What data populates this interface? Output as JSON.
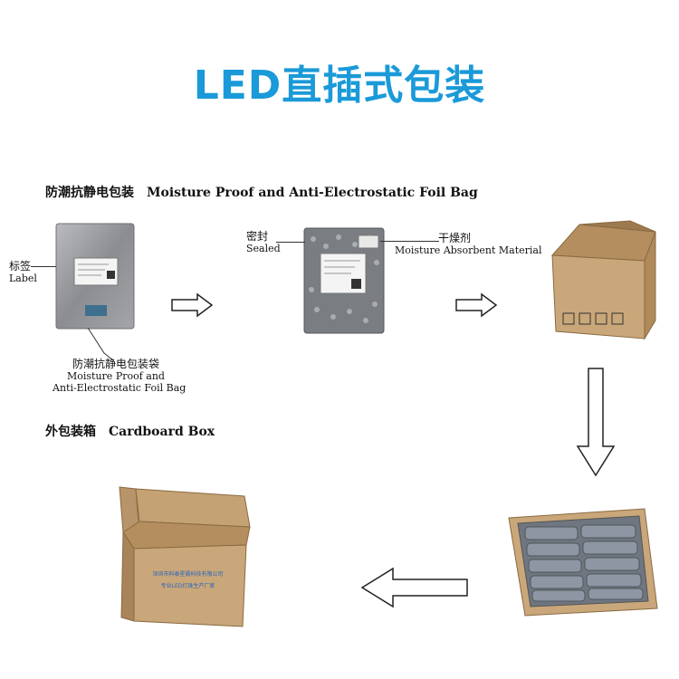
{
  "page_title": "LED直插式包装",
  "section1": {
    "cn": "防潮抗静电包装",
    "en": "Moisture Proof and Anti-Electrostatic Foil Bag"
  },
  "section2": {
    "cn": "外包装箱",
    "en": "Cardboard Box"
  },
  "labels": {
    "label_cn": "标签",
    "label_en": "Label",
    "bag_cn": "防潮抗静电包装袋",
    "bag_en_line1": "Moisture Proof and",
    "bag_en_line2": "Anti-Electrostatic Foil Bag",
    "sealed_cn": "密封",
    "sealed_en": "Sealed",
    "desiccant_cn": "干燥剂",
    "desiccant_en": "Moisture Absorbent Material"
  },
  "box_print": {
    "line1": "深圳市科泰星晨科技有限公司",
    "line2": "专业LED灯珠生产厂家"
  },
  "colors": {
    "title": "#1a9ad8",
    "cardboard": "#c9a77a",
    "foil": "#8d8f93"
  }
}
